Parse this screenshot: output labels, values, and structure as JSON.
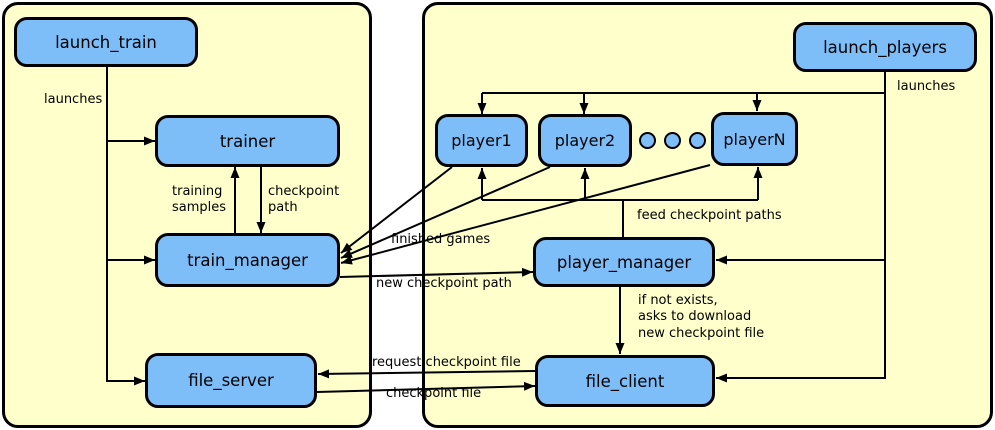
{
  "colors": {
    "container_fill": "#FFFFCC",
    "node_fill": "#7DBEF9",
    "line": "#000000",
    "page_background": "#FFFFFF"
  },
  "left_container": {
    "nodes": {
      "launch_train": "launch_train",
      "trainer": "trainer",
      "train_manager": "train_manager",
      "file_server": "file_server"
    },
    "labels": {
      "launches": "launches",
      "training_samples": "training\nsamples",
      "checkpoint_path": "checkpoint\npath"
    }
  },
  "right_container": {
    "nodes": {
      "launch_players": "launch_players",
      "player1": "player1",
      "player2": "player2",
      "playerN": "playerN",
      "player_manager": "player_manager",
      "file_client": "file_client"
    },
    "labels": {
      "launches": "launches",
      "feed_checkpoint_paths": "feed checkpoint paths",
      "if_not_exists": "if not exists,\nasks to download\nnew checkpoint file"
    }
  },
  "cross_labels": {
    "finished_games": "finished games",
    "new_checkpoint_path": "new checkpoint path",
    "request_checkpoint_file": "request checkpoint file",
    "checkpoint_file": "checkpoint file"
  }
}
